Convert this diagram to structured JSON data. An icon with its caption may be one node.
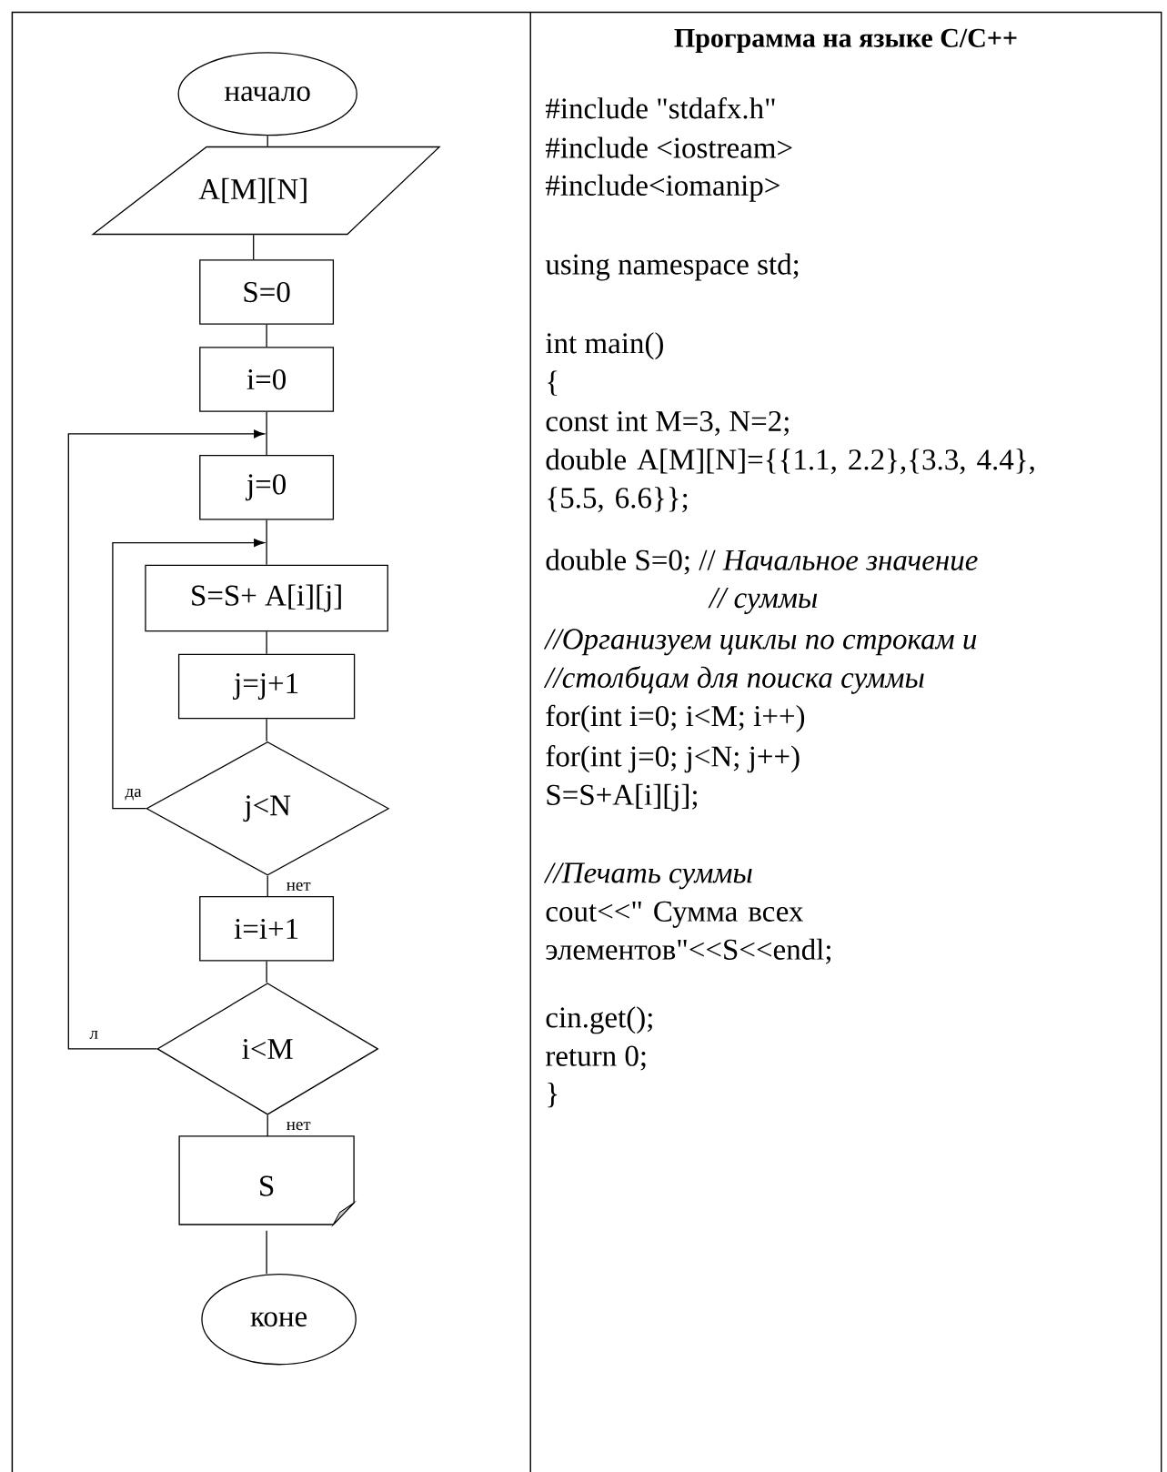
{
  "diagram": {
    "title": "Программа на языке C/C++",
    "nodes": [
      {
        "text": [
          "начало"
        ]
      },
      {
        "text": [
          "A[M][N]"
        ]
      },
      {
        "text": [
          "S=0"
        ]
      },
      {
        "text": [
          "i=0"
        ]
      },
      {
        "text": [
          "j=0"
        ]
      },
      {
        "text": [
          "S=S+ A[i][j]"
        ]
      },
      {
        "text": [
          "j=j+1"
        ]
      },
      {
        "text": [
          "j<N"
        ]
      },
      {
        "text": [
          "i=i+1"
        ]
      },
      {
        "text": [
          "i<M"
        ]
      },
      {
        "text": [
          "S"
        ]
      },
      {
        "text": [
          "коне"
        ]
      }
    ],
    "edges": [
      {
        "from": 0,
        "to": 1,
        "arrow": "none"
      },
      {
        "from": 1,
        "to": 2,
        "arrow": "none"
      },
      {
        "from": 2,
        "to": 3,
        "arrow": "none"
      },
      {
        "from": 3,
        "to": 4,
        "arrow": "none"
      },
      {
        "from": 4,
        "to": 5,
        "arrow": "none"
      },
      {
        "from": 5,
        "to": 6,
        "arrow": "none"
      },
      {
        "from": 6,
        "to": 7,
        "arrow": "none"
      },
      {
        "from": 7,
        "to": 8,
        "arrow": "none",
        "label": "нет"
      },
      {
        "from": 8,
        "to": 9,
        "arrow": "none"
      },
      {
        "from": 9,
        "to": 10,
        "arrow": "none",
        "label": "нет"
      },
      {
        "from": 10,
        "to": 11,
        "arrow": "none"
      },
      {
        "from": 7,
        "to": 5,
        "arrow": "to",
        "label": "да"
      },
      {
        "from": 9,
        "to": 4,
        "arrow": "to",
        "label": "л"
      }
    ],
    "labels": [
      "#include \"stdafx.h\"",
      "#include <iostream>",
      "#include<iomanip>",
      "using namespace std;",
      "int main()",
      "{",
      "const int M=3, N=2;",
      "double A[M][N]={{1.1, 2.2},{3.3, 4.4}, {5.5, 6.6}};",
      "double S=0; // *Начальное значение*",
      "// суммы",
      "//Организуем циклы по строкам и",
      "//столбцам для поиска суммы",
      "for(int  i=0; i<M; i++)",
      "for(int j=0; j<N; j++)",
      "S=S+A[i][j];",
      "//Печать суммы",
      "cout<<\" Сумма всех элементов\"<<S<<endl;",
      "cin.get();",
      "return 0;",
      "}"
    ]
  }
}
